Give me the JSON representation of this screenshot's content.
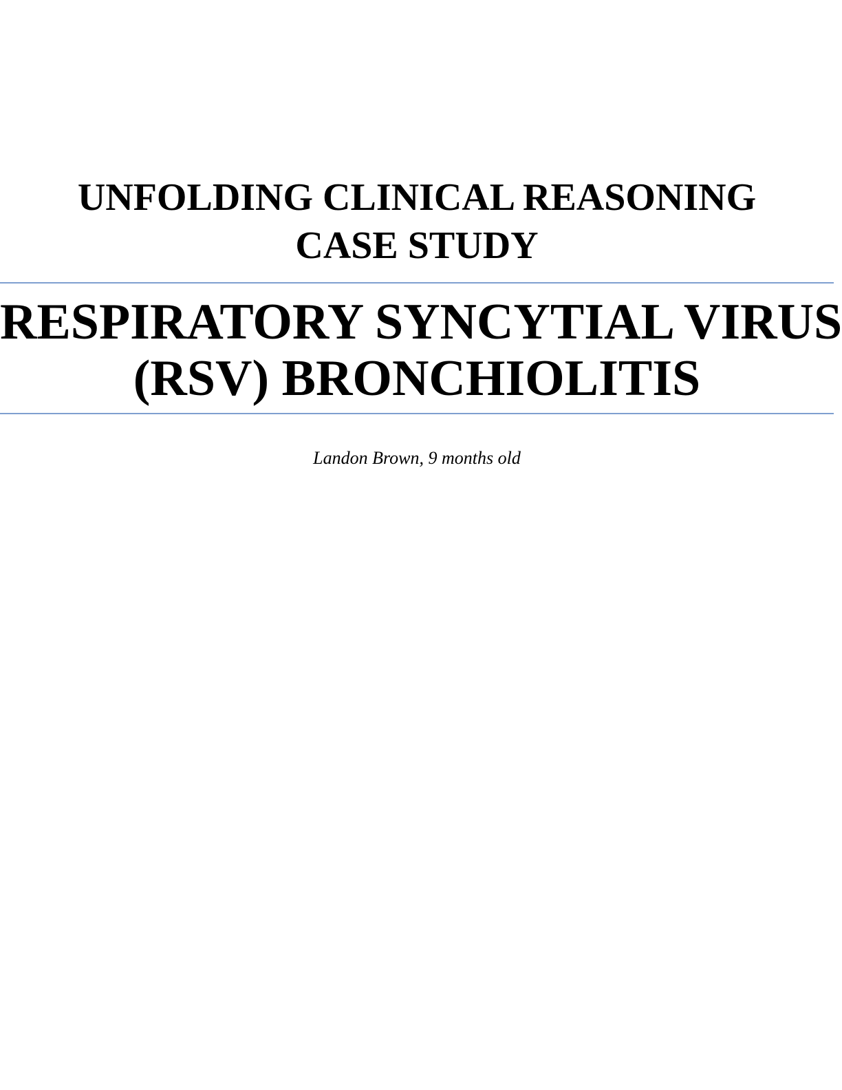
{
  "document": {
    "series_title_line1": "UNFOLDING CLINICAL REASONING",
    "series_title_line2": "CASE STUDY",
    "case_title_line1": "RESPIRATORY SYNCYTIAL VIRUS",
    "case_title_line2": "(RSV) BRONCHIOLITIS",
    "patient": "Landon Brown, 9 months old"
  },
  "colors": {
    "rule": "#7f9fd0",
    "text": "#000000",
    "background": "#ffffff"
  }
}
